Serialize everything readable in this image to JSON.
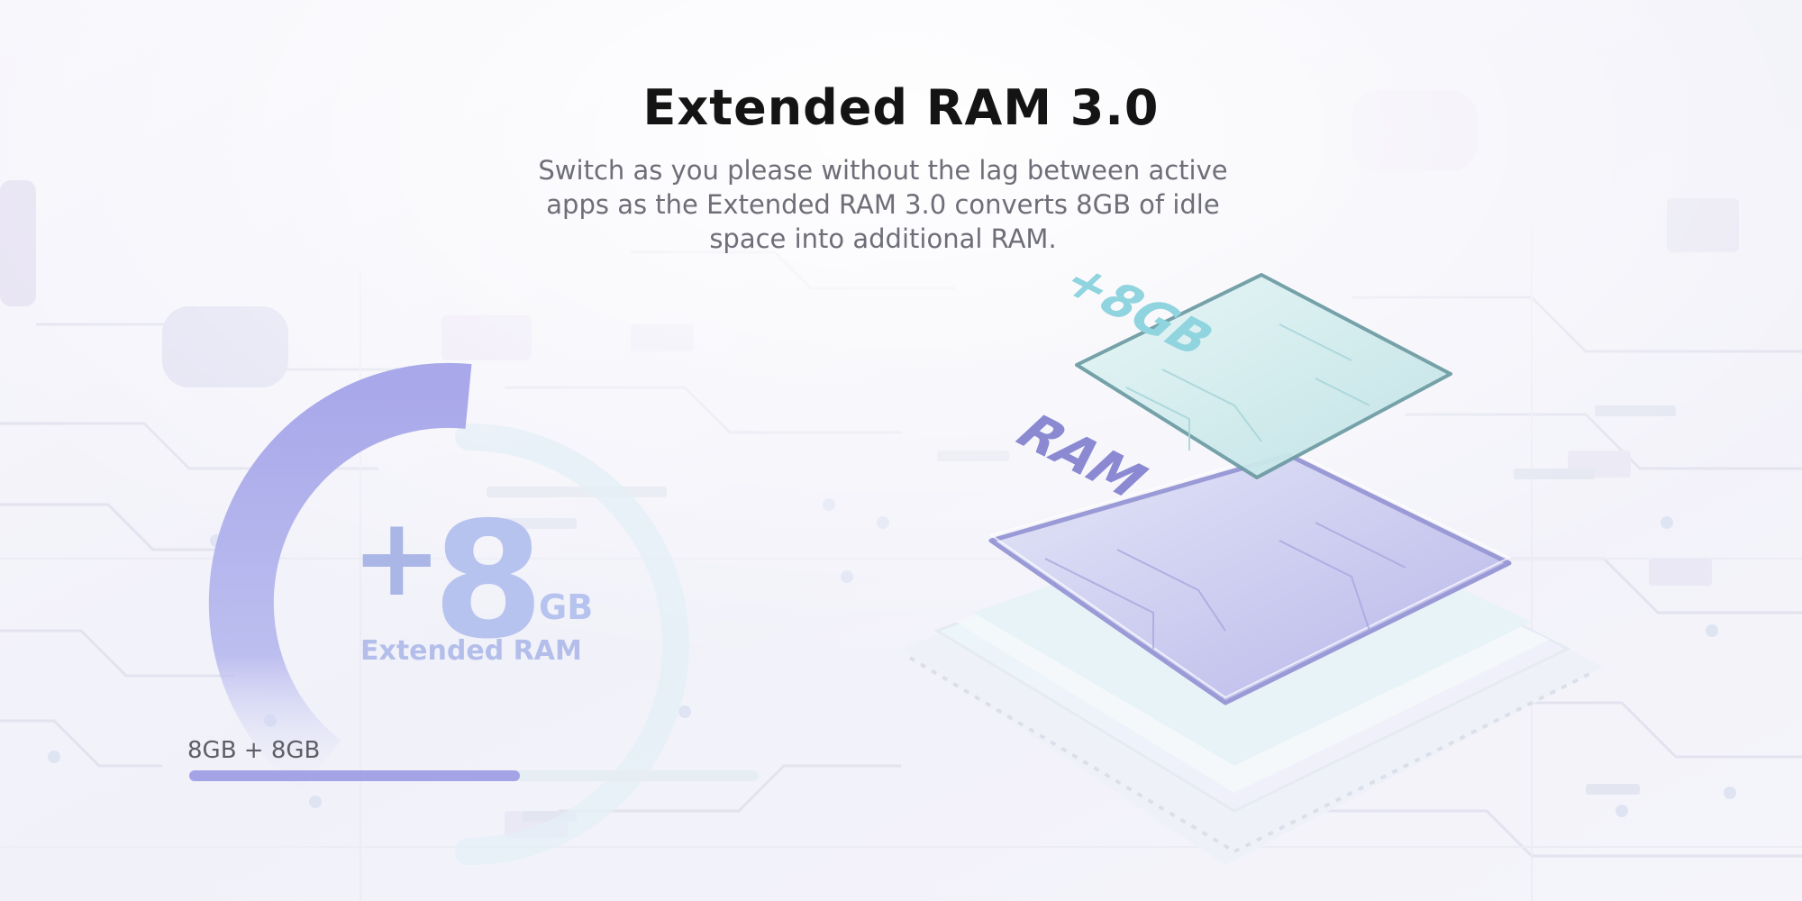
{
  "header": {
    "title": "Extended RAM 3.0",
    "description": "Switch as you please without the lag between active apps as the Extended RAM 3.0 converts 8GB of idle space into additional RAM."
  },
  "gauge": {
    "plus": "+",
    "amount": "8",
    "unit": "GB",
    "label": "Extended RAM",
    "arc_fraction": 0.45
  },
  "memory_bar": {
    "label": "8GB + 8GB",
    "fill_fraction": 0.58
  },
  "chip": {
    "top_layer_label": "+8GB",
    "base_layer_label": "RAM"
  },
  "colors": {
    "accent": "#a9a8ea",
    "title": "#141414",
    "body_text": "#6e6e78"
  }
}
